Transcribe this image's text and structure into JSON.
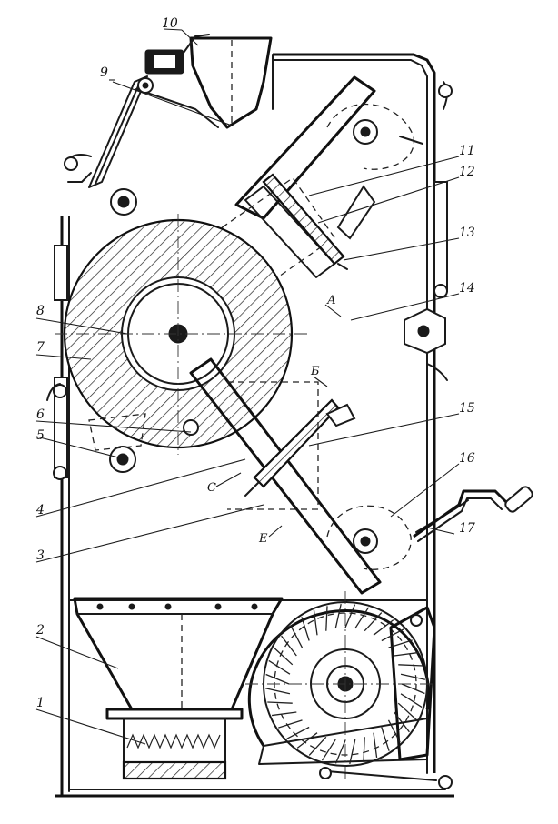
{
  "labels": {
    "n1": "1",
    "n2": "2",
    "n3": "3",
    "n4": "4",
    "n5": "5",
    "n6": "6",
    "n7": "7",
    "n8": "8",
    "n9": "9",
    "n10": "10",
    "n11": "11",
    "n12": "12",
    "n13": "13",
    "n14": "14",
    "n15": "15",
    "n16": "16",
    "n17": "17"
  },
  "letters": {
    "A": "А",
    "B": "Б",
    "C": "С",
    "E": "Е"
  },
  "colors": {
    "ink": "#1a1a1a",
    "paper": "#ffffff"
  }
}
